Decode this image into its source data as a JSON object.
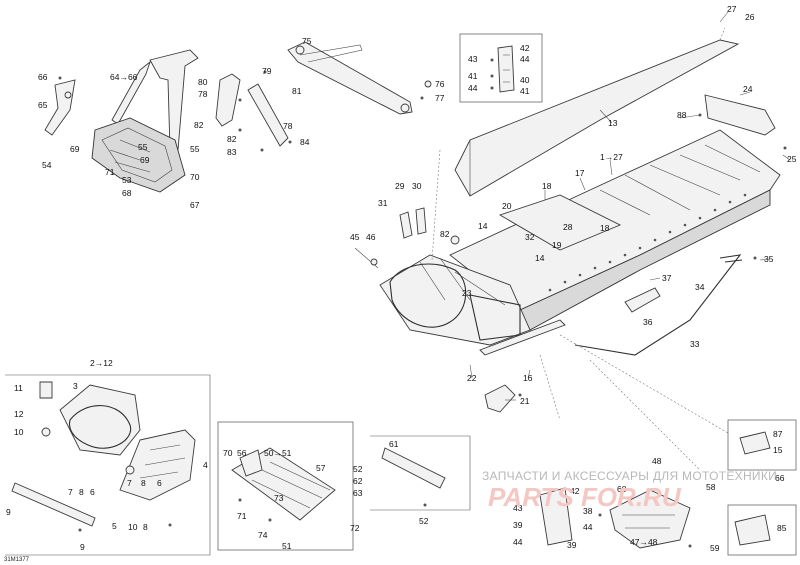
{
  "drawing_id": "31M1377",
  "watermark": {
    "line": "ЗАПЧАСТИ И АКСЕССУАРЫ ДЛЯ МОТОТЕХНИКИ",
    "logo": "PARTS FOR.RU"
  },
  "callouts": {
    "c1": "1→27",
    "c2": "2→12",
    "c3": "3",
    "c4": "4",
    "c5": "5",
    "c6a": "6",
    "c6b": "6",
    "c7a": "7",
    "c7b": "7",
    "c8a": "8",
    "c8b": "8",
    "c8c": "8",
    "c9a": "9",
    "c9b": "9",
    "c10a": "10",
    "c10b": "10",
    "c11": "11",
    "c12": "12",
    "c13": "13",
    "c14a": "14",
    "c14b": "14",
    "c15": "15",
    "c16": "16",
    "c17": "17",
    "c18a": "18",
    "c18b": "18",
    "c19": "19",
    "c20": "20",
    "c21": "21",
    "c22": "22",
    "c23": "23",
    "c24": "24",
    "c25": "25",
    "c26": "26",
    "c27": "27",
    "c28": "28",
    "c29": "29",
    "c30": "30",
    "c31": "31",
    "c32": "32",
    "c33": "33",
    "c34": "34",
    "c35": "35",
    "c36": "36",
    "c37": "37",
    "c38": "38",
    "c39a": "39",
    "c39b": "39",
    "c40": "40",
    "c41a": "41",
    "c41b": "41",
    "c42a": "42",
    "c42b": "42",
    "c43a": "43",
    "c43b": "43",
    "c44a": "44",
    "c44b": "44",
    "c44c": "44",
    "c45": "45",
    "c46": "46",
    "c47": "47→48",
    "c48": "48",
    "c50": "50→51",
    "c51": "51",
    "c52a": "52",
    "c52b": "52",
    "c53": "53",
    "c54": "54",
    "c55a": "55",
    "c55b": "55",
    "c56": "56",
    "c57": "57",
    "c58": "58",
    "c59": "59",
    "c60": "60",
    "c61": "61",
    "c62": "62",
    "c63": "63",
    "c64": "64→66",
    "c65": "65",
    "c66a": "66",
    "c66b": "66",
    "c67": "67",
    "c68": "68",
    "c69a": "69",
    "c69b": "69",
    "c70a": "70",
    "c70b": "70",
    "c71a": "71",
    "c71b": "71",
    "c72": "72",
    "c73": "73",
    "c74": "74",
    "c75": "75",
    "c76": "76",
    "c77": "77",
    "c78a": "78",
    "c78b": "78",
    "c79": "79",
    "c80": "80",
    "c81": "81",
    "c82a": "82",
    "c82b": "82",
    "c82c": "82",
    "c83": "83",
    "c84": "84",
    "c85": "85",
    "c87": "87",
    "c88": "88"
  }
}
